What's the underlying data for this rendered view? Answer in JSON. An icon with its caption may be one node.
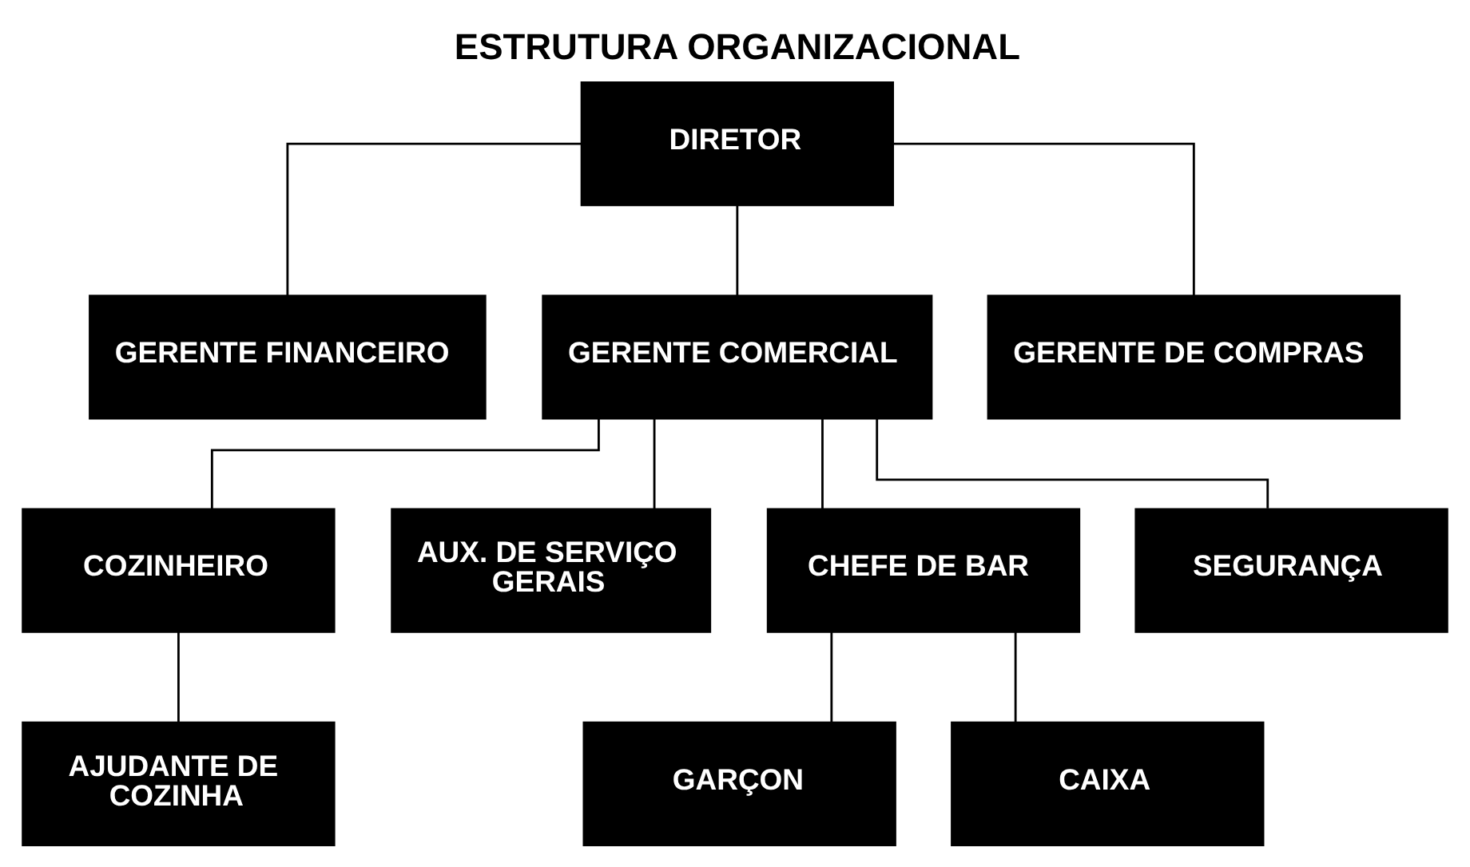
{
  "diagram": {
    "title": "ESTRUTURA ORGANIZACIONAL",
    "nodes": [
      {
        "text": [
          "DIRETOR"
        ]
      },
      {
        "text": [
          "GERENTE FINANCEIRO"
        ]
      },
      {
        "text": [
          "GERENTE COMERCIAL"
        ]
      },
      {
        "text": [
          "GERENTE DE COMPRAS"
        ]
      },
      {
        "text": [
          "COZINHEIRO"
        ]
      },
      {
        "text": [
          "AUX. DE SERVIÇO GERAIS"
        ]
      },
      {
        "text": [
          "CHEFE DE BAR"
        ]
      },
      {
        "text": [
          "SEGURANÇA"
        ]
      },
      {
        "text": [
          "AJUDANTE DE COZINHA"
        ]
      },
      {
        "text": [
          "GARÇON"
        ]
      },
      {
        "text": [
          "CAIXA"
        ]
      }
    ],
    "edges": [
      {
        "from": 0,
        "to": 1,
        "arrow": "none"
      },
      {
        "from": 0,
        "to": 2,
        "arrow": "none"
      },
      {
        "from": 0,
        "to": 3,
        "arrow": "none"
      },
      {
        "from": 2,
        "to": 4,
        "arrow": "none"
      },
      {
        "from": 2,
        "to": 5,
        "arrow": "none"
      },
      {
        "from": 2,
        "to": 6,
        "arrow": "none"
      },
      {
        "from": 2,
        "to": 7,
        "arrow": "none"
      },
      {
        "from": 4,
        "to": 8,
        "arrow": "none"
      },
      {
        "from": 6,
        "to": 9,
        "arrow": "none"
      },
      {
        "from": 6,
        "to": 10,
        "arrow": "none"
      }
    ]
  }
}
